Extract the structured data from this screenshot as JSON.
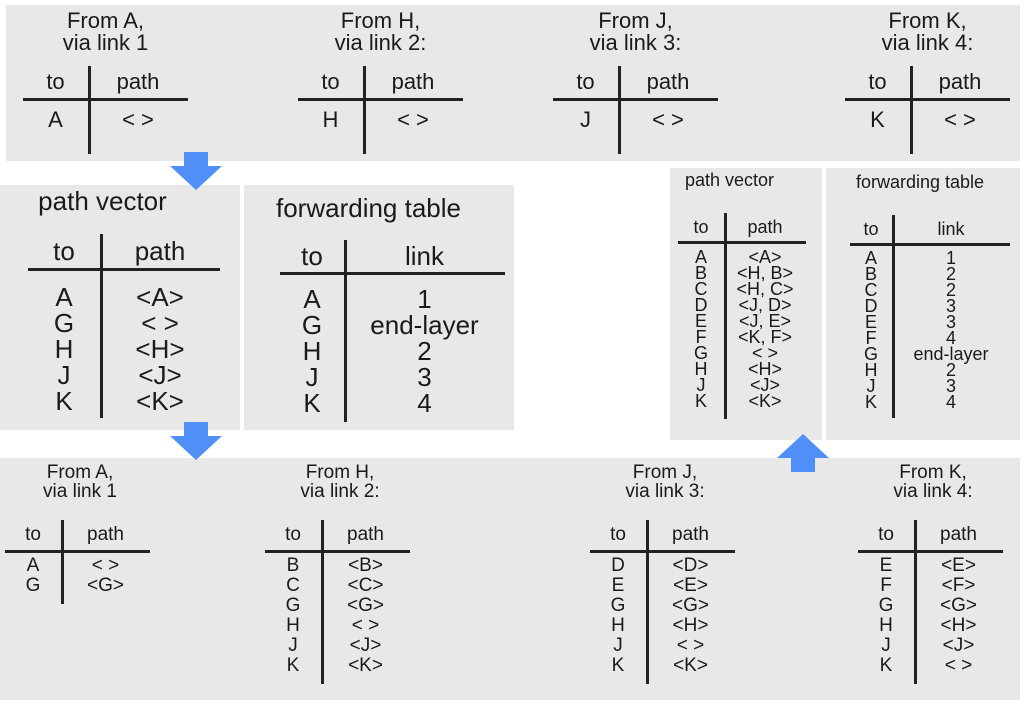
{
  "top_neighbors": [
    {
      "title": [
        "From A,",
        "via link 1"
      ],
      "headers": [
        "to",
        "path"
      ],
      "rows": [
        [
          "A",
          "< >"
        ]
      ]
    },
    {
      "title": [
        "From H,",
        "via link 2:"
      ],
      "headers": [
        "to",
        "path"
      ],
      "rows": [
        [
          "H",
          "< >"
        ]
      ]
    },
    {
      "title": [
        "From J,",
        "via link 3:"
      ],
      "headers": [
        "to",
        "path"
      ],
      "rows": [
        [
          "J",
          "< >"
        ]
      ]
    },
    {
      "title": [
        "From K,",
        "via link 4:"
      ],
      "headers": [
        "to",
        "path"
      ],
      "rows": [
        [
          "K",
          "< >"
        ]
      ]
    }
  ],
  "middle_left": {
    "path_vector": {
      "title": "path vector",
      "headers": [
        "to",
        "path"
      ],
      "rows": [
        [
          "A",
          "<A>"
        ],
        [
          "G",
          "< >"
        ],
        [
          "H",
          "<H>"
        ],
        [
          "J",
          "<J>"
        ],
        [
          "K",
          "<K>"
        ]
      ]
    },
    "forwarding_table": {
      "title": "forwarding table",
      "headers": [
        "to",
        "link"
      ],
      "rows": [
        [
          "A",
          "1"
        ],
        [
          "G",
          "end-layer"
        ],
        [
          "H",
          "2"
        ],
        [
          "J",
          "3"
        ],
        [
          "K",
          "4"
        ]
      ]
    }
  },
  "middle_right": {
    "path_vector": {
      "title": "path vector",
      "headers": [
        "to",
        "path"
      ],
      "rows": [
        [
          "A",
          "<A>"
        ],
        [
          "B",
          "<H, B>"
        ],
        [
          "C",
          "<H, C>"
        ],
        [
          "D",
          "<J, D>"
        ],
        [
          "E",
          "<J, E>"
        ],
        [
          "F",
          "<K, F>"
        ],
        [
          "G",
          "< >"
        ],
        [
          "H",
          "<H>"
        ],
        [
          "J",
          "<J>"
        ],
        [
          "K",
          "<K>"
        ]
      ]
    },
    "forwarding_table": {
      "title": "forwarding table",
      "headers": [
        "to",
        "link"
      ],
      "rows": [
        [
          "A",
          "1"
        ],
        [
          "B",
          "2"
        ],
        [
          "C",
          "2"
        ],
        [
          "D",
          "3"
        ],
        [
          "E",
          "3"
        ],
        [
          "F",
          "4"
        ],
        [
          "G",
          "end-layer"
        ],
        [
          "H",
          "2"
        ],
        [
          "J",
          "3"
        ],
        [
          "K",
          "4"
        ]
      ]
    }
  },
  "bottom_neighbors": [
    {
      "title": [
        "From A,",
        "via link 1"
      ],
      "headers": [
        "to",
        "path"
      ],
      "rows": [
        [
          "A",
          "< >"
        ],
        [
          "G",
          "<G>"
        ]
      ]
    },
    {
      "title": [
        "From H,",
        "via link 2:"
      ],
      "headers": [
        "to",
        "path"
      ],
      "rows": [
        [
          "B",
          "<B>"
        ],
        [
          "C",
          "<C>"
        ],
        [
          "G",
          "<G>"
        ],
        [
          "H",
          "< >"
        ],
        [
          "J",
          "<J>"
        ],
        [
          "K",
          "<K>"
        ]
      ]
    },
    {
      "title": [
        "From J,",
        "via link 3:"
      ],
      "headers": [
        "to",
        "path"
      ],
      "rows": [
        [
          "D",
          "<D>"
        ],
        [
          "E",
          "<E>"
        ],
        [
          "G",
          "<G>"
        ],
        [
          "H",
          "<H>"
        ],
        [
          "J",
          "< >"
        ],
        [
          "K",
          "<K>"
        ]
      ]
    },
    {
      "title": [
        "From K,",
        "via link 4:"
      ],
      "headers": [
        "to",
        "path"
      ],
      "rows": [
        [
          "E",
          "<E>"
        ],
        [
          "F",
          "<F>"
        ],
        [
          "G",
          "<G>"
        ],
        [
          "H",
          "<H>"
        ],
        [
          "J",
          "<J>"
        ],
        [
          "K",
          "< >"
        ]
      ]
    }
  ],
  "colors": {
    "panel": "#e8e8e8",
    "arrow": "#4f8ff7"
  }
}
